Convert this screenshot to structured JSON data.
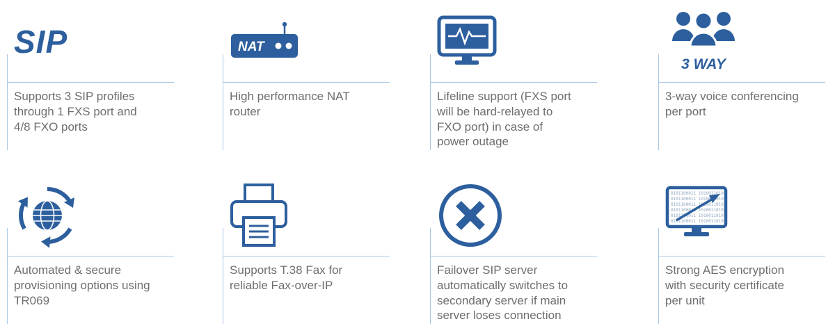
{
  "colors": {
    "accent": "#2d5f9e",
    "divider": "#aac7e4",
    "text": "#6d6e71"
  },
  "labels": {
    "sip": "SIP",
    "nat": "NAT",
    "three_way": "3 WAY",
    "binary_row": "0101100011 1010011010"
  },
  "features": [
    {
      "id": "sip-profiles",
      "icon": "sip-logo-icon",
      "text": "Supports 3 SIP profiles through 1 FXS port and 4/8 FXO ports"
    },
    {
      "id": "nat-router",
      "icon": "nat-router-icon",
      "text": "High performance NAT router"
    },
    {
      "id": "lifeline-support",
      "icon": "lifeline-monitor-icon",
      "text": "Lifeline support (FXS port will be hard-relayed to FXO port) in case of power outage"
    },
    {
      "id": "three-way-conferencing",
      "icon": "three-way-conference-icon",
      "text": "3-way voice conferencing per port"
    },
    {
      "id": "provisioning-tr069",
      "icon": "globe-provisioning-icon",
      "text": "Automated & secure provisioning options using TR069"
    },
    {
      "id": "t38-fax",
      "icon": "fax-printer-icon",
      "text": "Supports T.38 Fax for reliable Fax-over-IP"
    },
    {
      "id": "failover-sip-server",
      "icon": "failover-cross-icon",
      "text": "Failover SIP server automatically switches to secondary server if main server loses connection"
    },
    {
      "id": "aes-encryption",
      "icon": "encrypted-monitor-icon",
      "text": "Strong AES encryption with security certificate per unit"
    }
  ]
}
